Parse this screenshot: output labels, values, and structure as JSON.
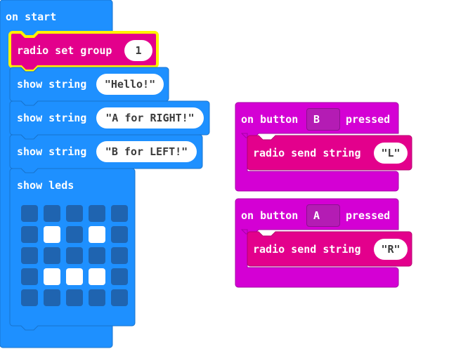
{
  "on_start": {
    "hat_label": "on start",
    "radio_set_group": {
      "label": "radio set group",
      "value": "1"
    },
    "show_string_1": {
      "label": "show string",
      "value": "\"Hello!\""
    },
    "show_string_2": {
      "label": "show string",
      "value": "\"A for RIGHT!\""
    },
    "show_string_3": {
      "label": "show string",
      "value": "\"B for LEFT!\""
    },
    "show_leds": {
      "label": "show leds",
      "leds": [
        [
          0,
          0,
          0,
          0,
          0
        ],
        [
          0,
          1,
          0,
          1,
          0
        ],
        [
          0,
          0,
          0,
          0,
          0
        ],
        [
          0,
          1,
          1,
          1,
          0
        ],
        [
          0,
          0,
          0,
          0,
          0
        ]
      ]
    }
  },
  "button_b_event": {
    "prefix": "on button",
    "button": "B",
    "suffix": "pressed",
    "send": {
      "label": "radio send string",
      "value": "\"L\""
    }
  },
  "button_a_event": {
    "prefix": "on button",
    "button": "A",
    "suffix": "pressed",
    "send": {
      "label": "radio send string",
      "value": "\"R\""
    }
  },
  "colors": {
    "basic_blue": "#1e90ff",
    "basic_blue_dark": "#1873cc",
    "radio_pink": "#e3008c",
    "radio_pink_dark": "#b6006f",
    "input_purple": "#d400d4",
    "input_purple_dark": "#a600a6",
    "selection_yellow": "#fff200"
  }
}
